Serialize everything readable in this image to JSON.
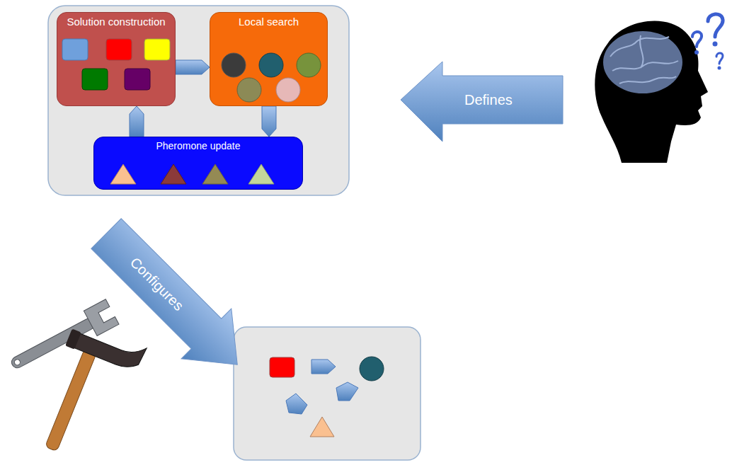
{
  "diagram": {
    "nodes": [
      {
        "text": [
          "Solution construction"
        ]
      },
      {
        "text": [
          "Local search"
        ]
      },
      {
        "text": [
          "Pheromone update"
        ]
      }
    ],
    "edges": [
      {
        "from": 0,
        "to": 1,
        "arrow": "to"
      },
      {
        "from": 1,
        "to": 2,
        "arrow": "to"
      },
      {
        "from": 2,
        "to": 0,
        "arrow": "to"
      }
    ],
    "labels": [
      "Defines",
      "Configures"
    ]
  }
}
